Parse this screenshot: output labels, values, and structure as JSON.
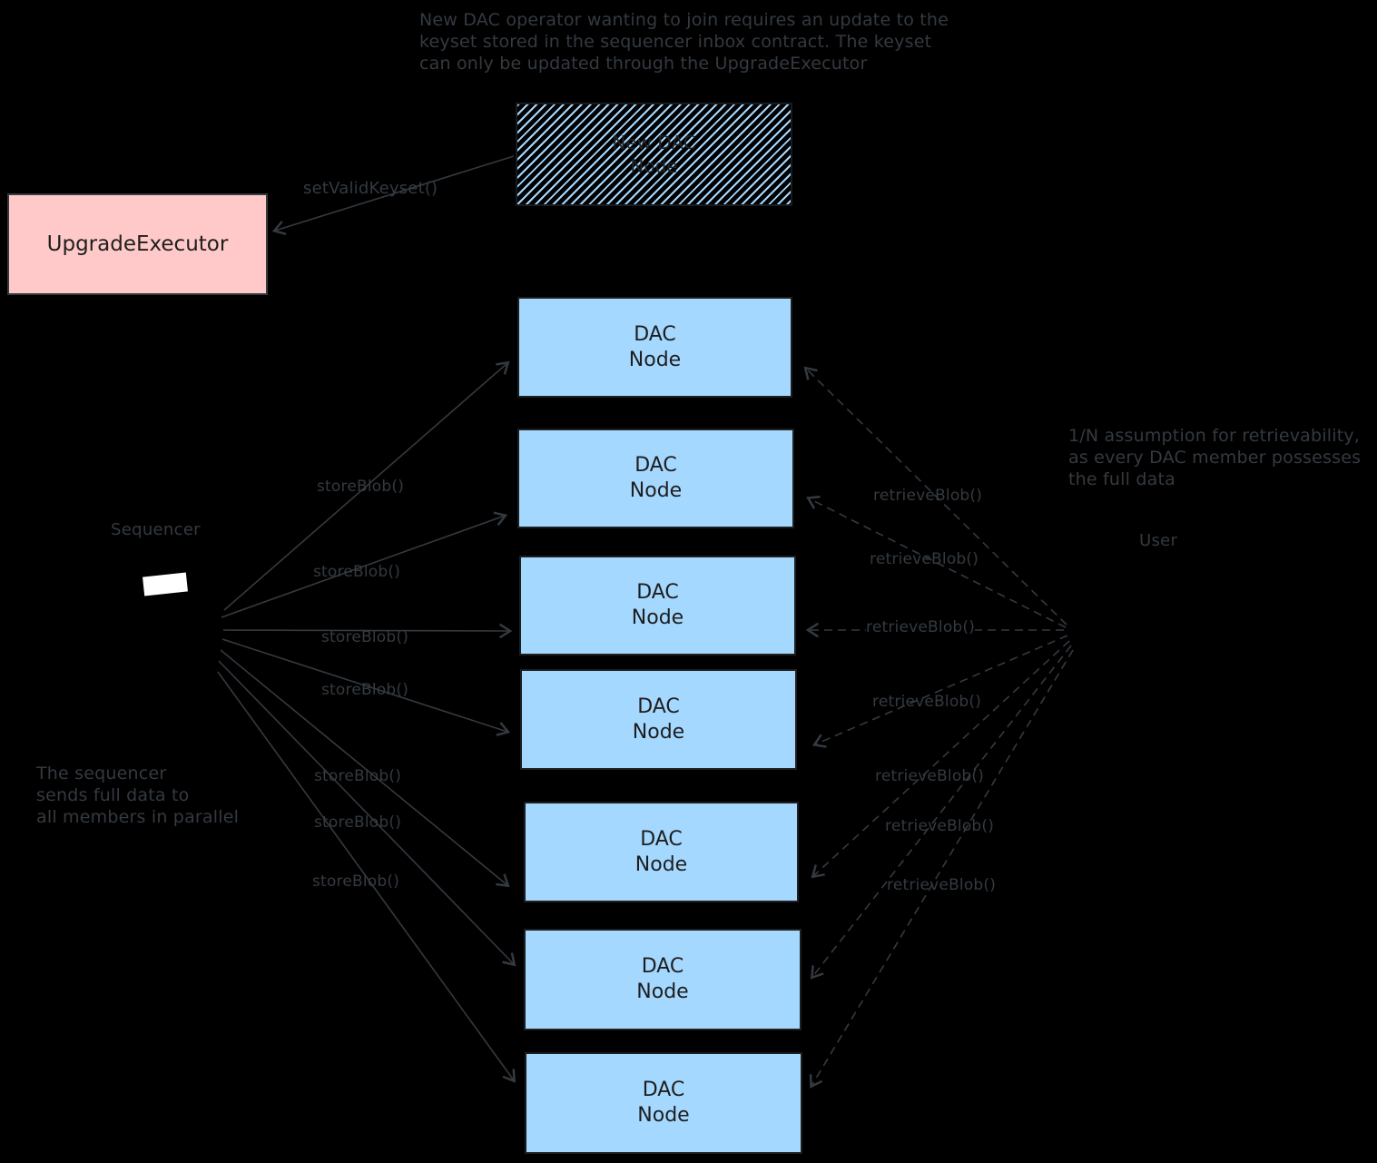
{
  "colors": {
    "background": "#000000",
    "stroke": "#343a40",
    "dac_node_fill": "#a5d8ff",
    "upgrade_executor_fill": "#ffc9c9",
    "box_text": "#1e1e1e",
    "laptop_screen": "#ffffff"
  },
  "notes": {
    "top": "New DAC operator wanting to join requires an update to the\nkeyset stored in the sequencer inbox contract. The keyset\ncan only be updated through the UpgradeExecutor",
    "right": "1/N assumption for retrievability,\nas every DAC member possesses\nthe full data",
    "left": "The sequencer\nsends full data to\nall members in parallel"
  },
  "nodes": {
    "upgrade_executor_label": "UpgradeExecutor",
    "new_dac_node_label": "New DAC\nNode",
    "dac_node_label": "DAC\nNode",
    "dac_node_count": 7,
    "sequencer_label": "Sequencer",
    "user_label": "User"
  },
  "edges": {
    "set_valid_keyset": {
      "label": "setValidKeyset()",
      "style": "solid-arrow"
    },
    "store_blob": {
      "label": "storeBlob()",
      "style": "solid-arrow",
      "count": 7
    },
    "retrieve_blob": {
      "label": "retrieveBlob()",
      "style": "dashed-arrow",
      "count": 7
    }
  }
}
